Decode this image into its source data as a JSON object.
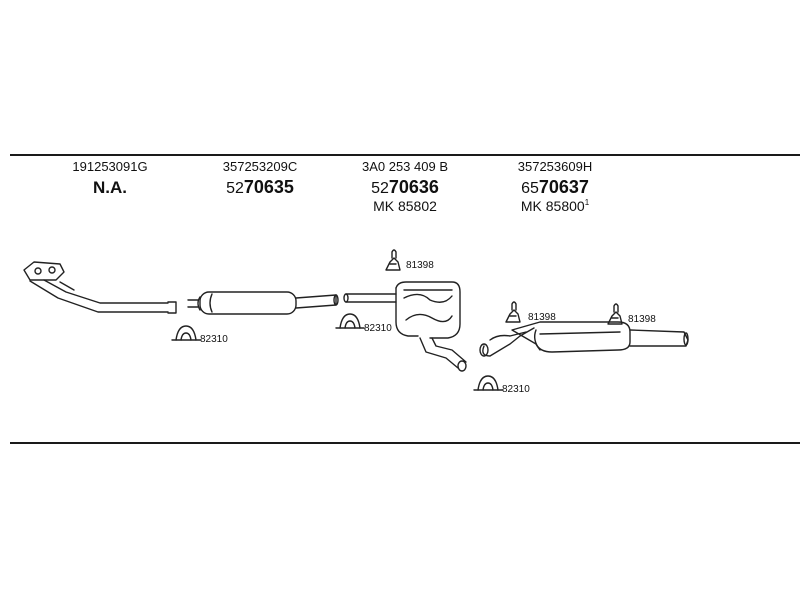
{
  "parts": [
    {
      "oe": "191253091G",
      "number": "N.A.",
      "prefix": "",
      "main": "",
      "mk": "",
      "mk_sup": ""
    },
    {
      "oe": "357253209C",
      "number": "",
      "prefix": "52",
      "main": "70635",
      "mk": "",
      "mk_sup": ""
    },
    {
      "oe": "3A0 253 409 B",
      "number": "",
      "prefix": "52",
      "main": "70636",
      "mk": "MK  85802",
      "mk_sup": ""
    },
    {
      "oe": "357253609H",
      "number": "",
      "prefix": "65",
      "main": "70637",
      "mk": "MK  85800",
      "mk_sup": "1"
    }
  ],
  "fittings": {
    "clamp_code": "82310",
    "hanger_code": "81398"
  }
}
